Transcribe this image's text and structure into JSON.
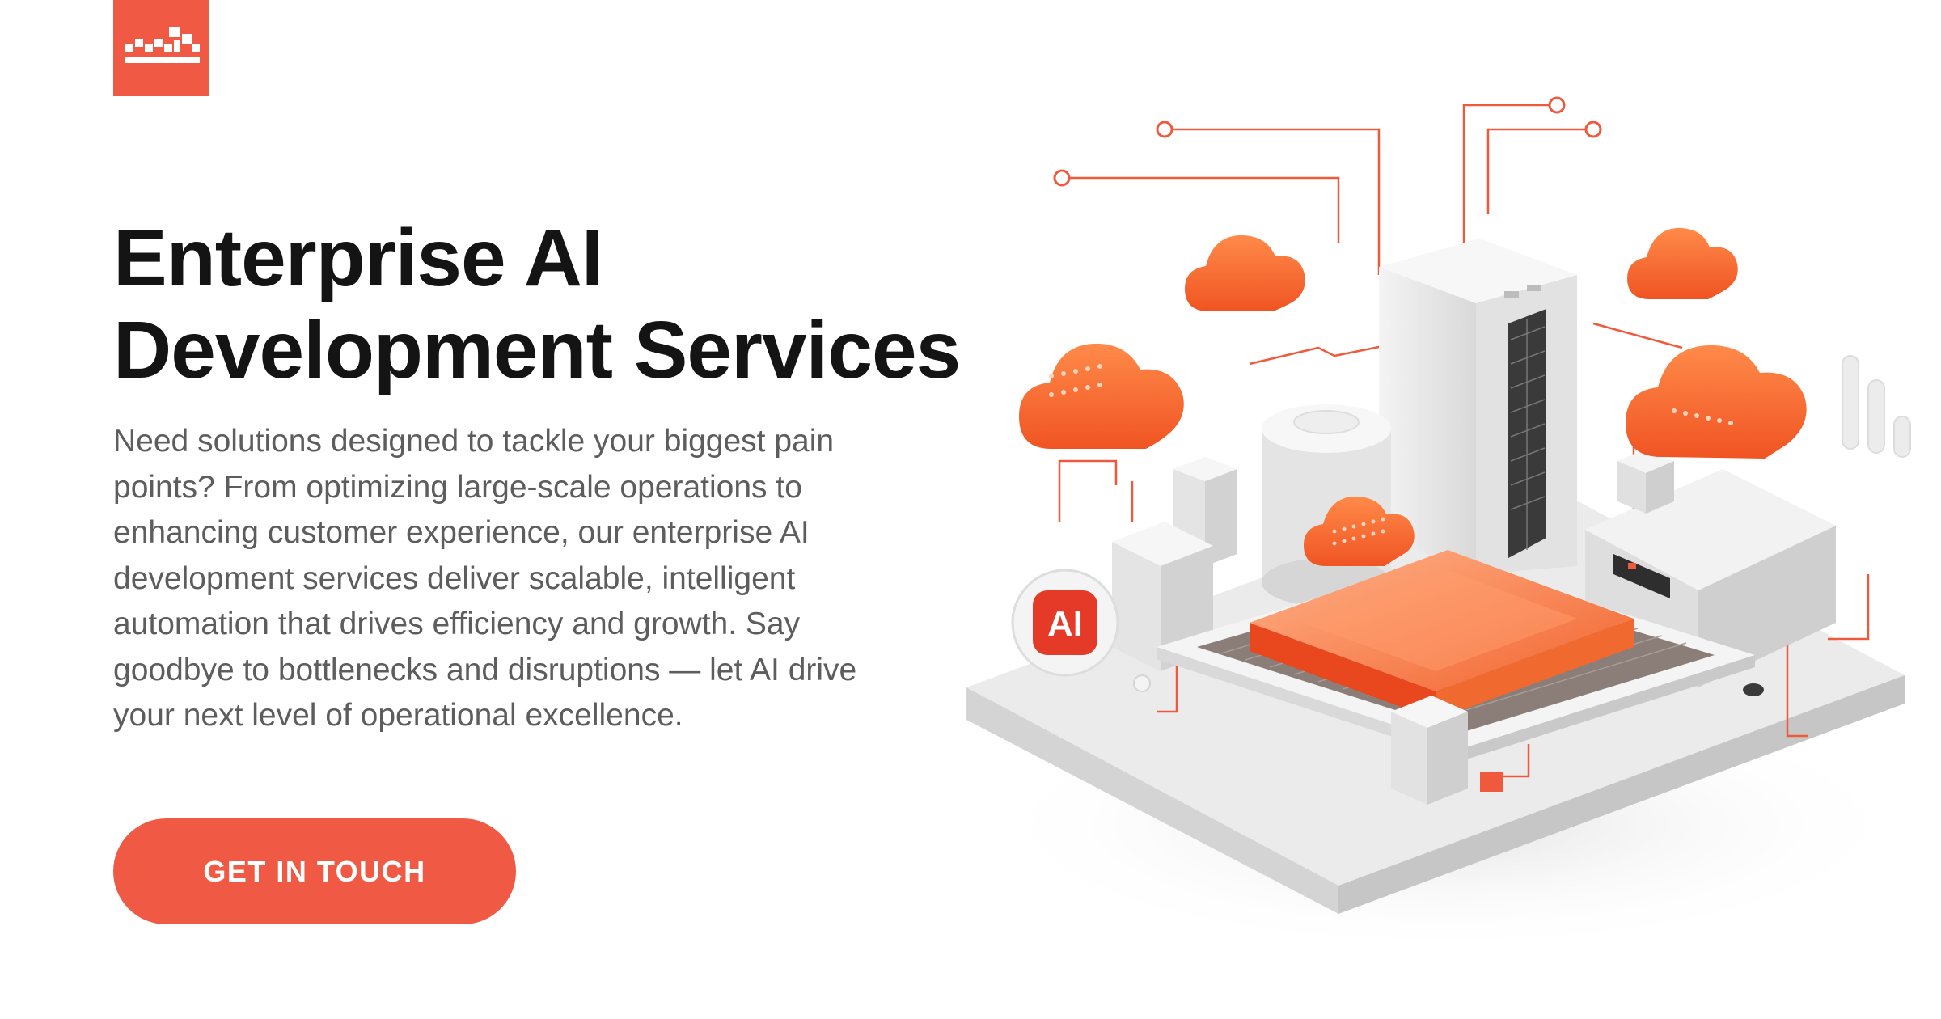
{
  "brand": {
    "logo_icon": "abstract-pixel-wave-logo",
    "accent_color": "#f05a44"
  },
  "hero": {
    "title_line1": "Enterprise AI",
    "title_line2": "Development Services",
    "description": "Need solutions designed to tackle your biggest pain points? From optimizing large-scale operations to enhancing customer experience, our enterprise AI development services deliver scalable, intelligent automation that drives efficiency and growth. Say goodbye to bottlenecks and disruptions — let AI drive your next level of operational excellence.",
    "cta_label": "GET IN TOUCH"
  },
  "illustration": {
    "badge_text": "AI",
    "icons": [
      "cloud-icon",
      "server-tower-icon",
      "chip-icon",
      "circuit-line-icon"
    ]
  }
}
